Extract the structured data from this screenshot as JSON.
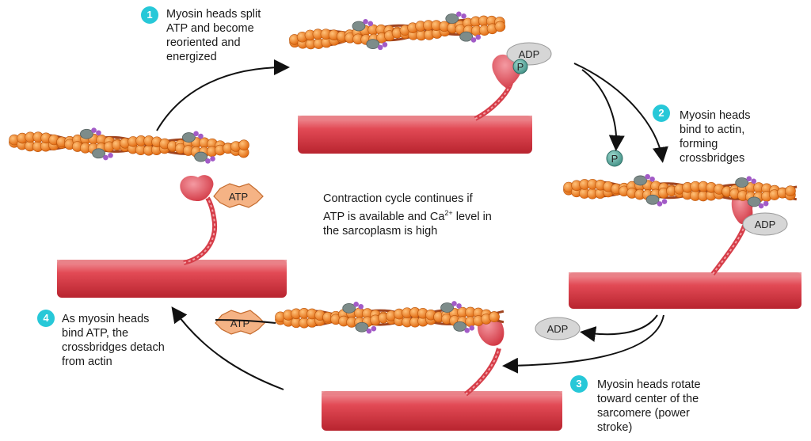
{
  "steps": [
    {
      "number": "1",
      "text": "Myosin heads split\nATP and become\nreoriented and\nenergized"
    },
    {
      "number": "2",
      "text": "Myosin heads\nbind to actin,\nforming\ncrossbridges"
    },
    {
      "number": "3",
      "text": "Myosin heads rotate\ntoward center of the\nsarcomere (power\nstroke)"
    },
    {
      "number": "4",
      "text": "As myosin heads\nbind ATP, the\ncrossbridges detach\nfrom actin"
    }
  ],
  "center": {
    "line1": "Contraction cycle continues if",
    "line2_pre": "ATP is available and Ca",
    "line2_sup": "2+",
    "line2_post": " level in",
    "line3": "the sarcoplasm is high"
  },
  "labels": {
    "atp": "ATP",
    "adp": "ADP",
    "p": "P"
  },
  "colors": {
    "badge": "#27c8d8",
    "actin_bead": "#f07f1a",
    "myosin": "#d9434b",
    "tropomyosin": "#a0441f",
    "troponin": "#7d8c8a",
    "calcium": "#a25bc7"
  }
}
